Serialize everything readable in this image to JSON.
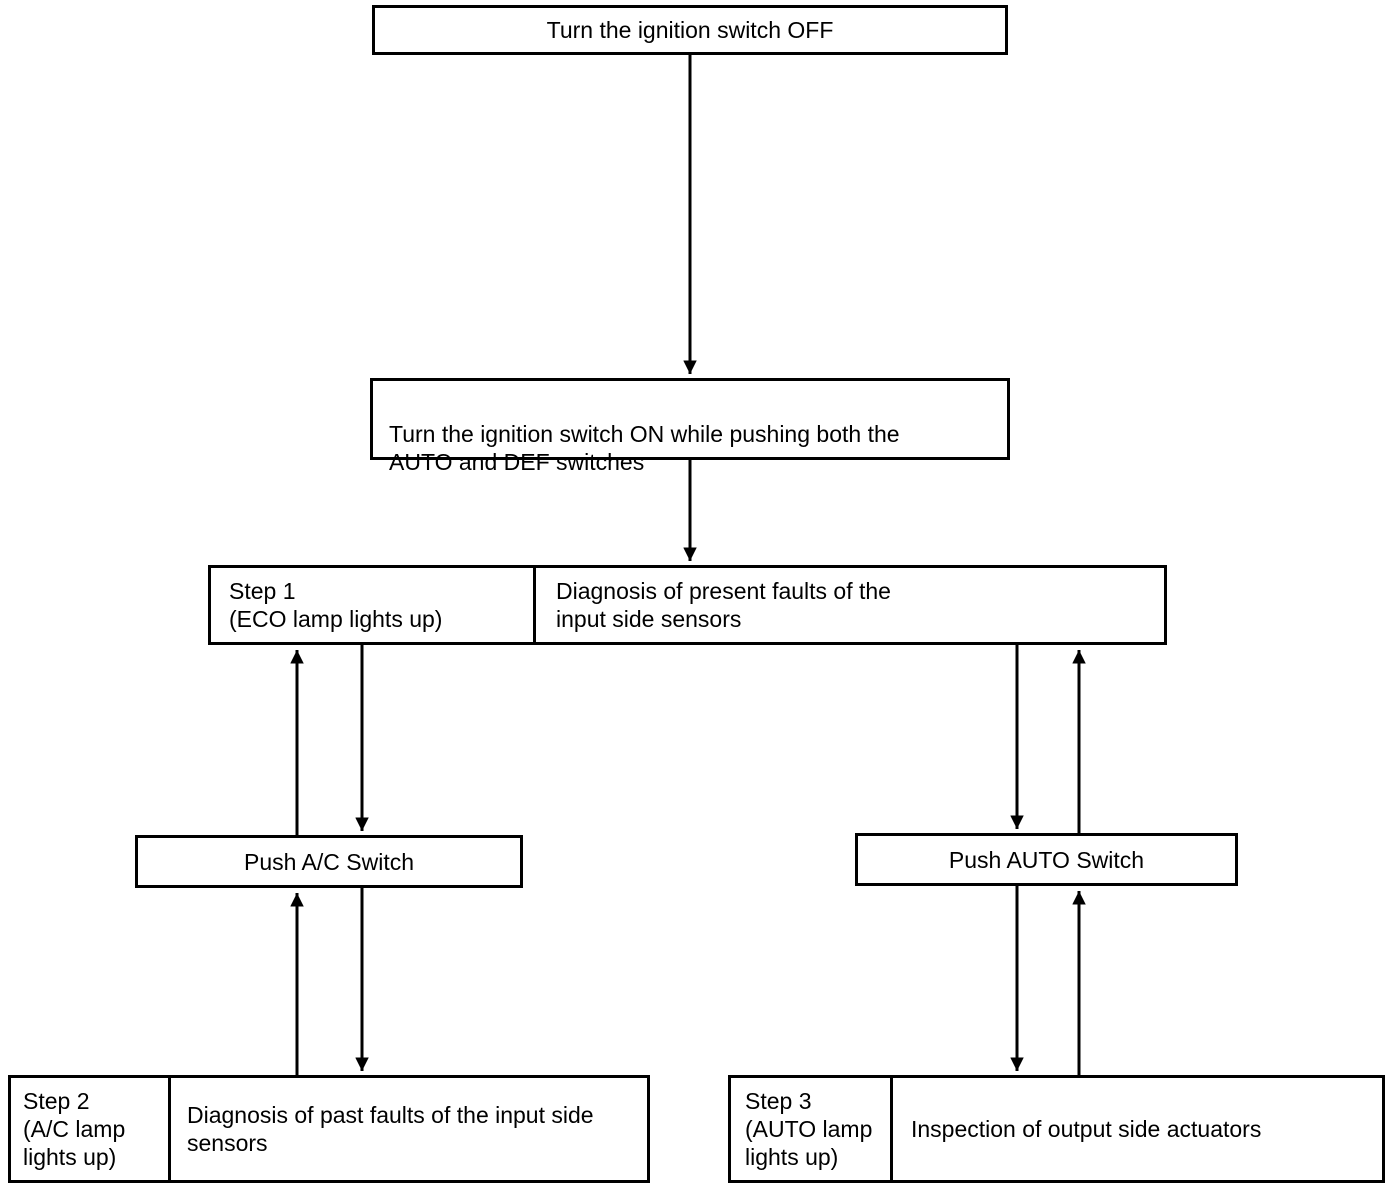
{
  "page": {
    "background_color": "#ffffff",
    "ink_color": "#000000"
  },
  "flowchart": {
    "nodes": {
      "ignition_off": {
        "text": "Turn the ignition switch OFF"
      },
      "ignition_on": {
        "text": "Turn the ignition switch ON while pushing both the\nAUTO and DEF switches"
      },
      "step1": {
        "label": "Step 1\n(ECO lamp lights up)",
        "desc": "Diagnosis of present faults of the\ninput side sensors"
      },
      "push_ac": {
        "text": "Push A/C Switch"
      },
      "push_auto": {
        "text": "Push AUTO Switch"
      },
      "step2": {
        "label": "Step 2\n(A/C lamp\nlights up)",
        "desc": "Diagnosis of past faults of the input side\nsensors"
      },
      "step3": {
        "label": "Step 3\n(AUTO lamp\nlights up)",
        "desc": "Inspection of output side actuators"
      }
    },
    "edges": [
      {
        "from": "ignition_off",
        "to": "ignition_on",
        "direction": "down"
      },
      {
        "from": "ignition_on",
        "to": "step1",
        "direction": "down"
      },
      {
        "from": "step1",
        "to": "push_ac",
        "direction": "bidirectional"
      },
      {
        "from": "push_ac",
        "to": "step2",
        "direction": "bidirectional"
      },
      {
        "from": "step1",
        "to": "push_auto",
        "direction": "bidirectional"
      },
      {
        "from": "push_auto",
        "to": "step3",
        "direction": "bidirectional"
      }
    ]
  }
}
